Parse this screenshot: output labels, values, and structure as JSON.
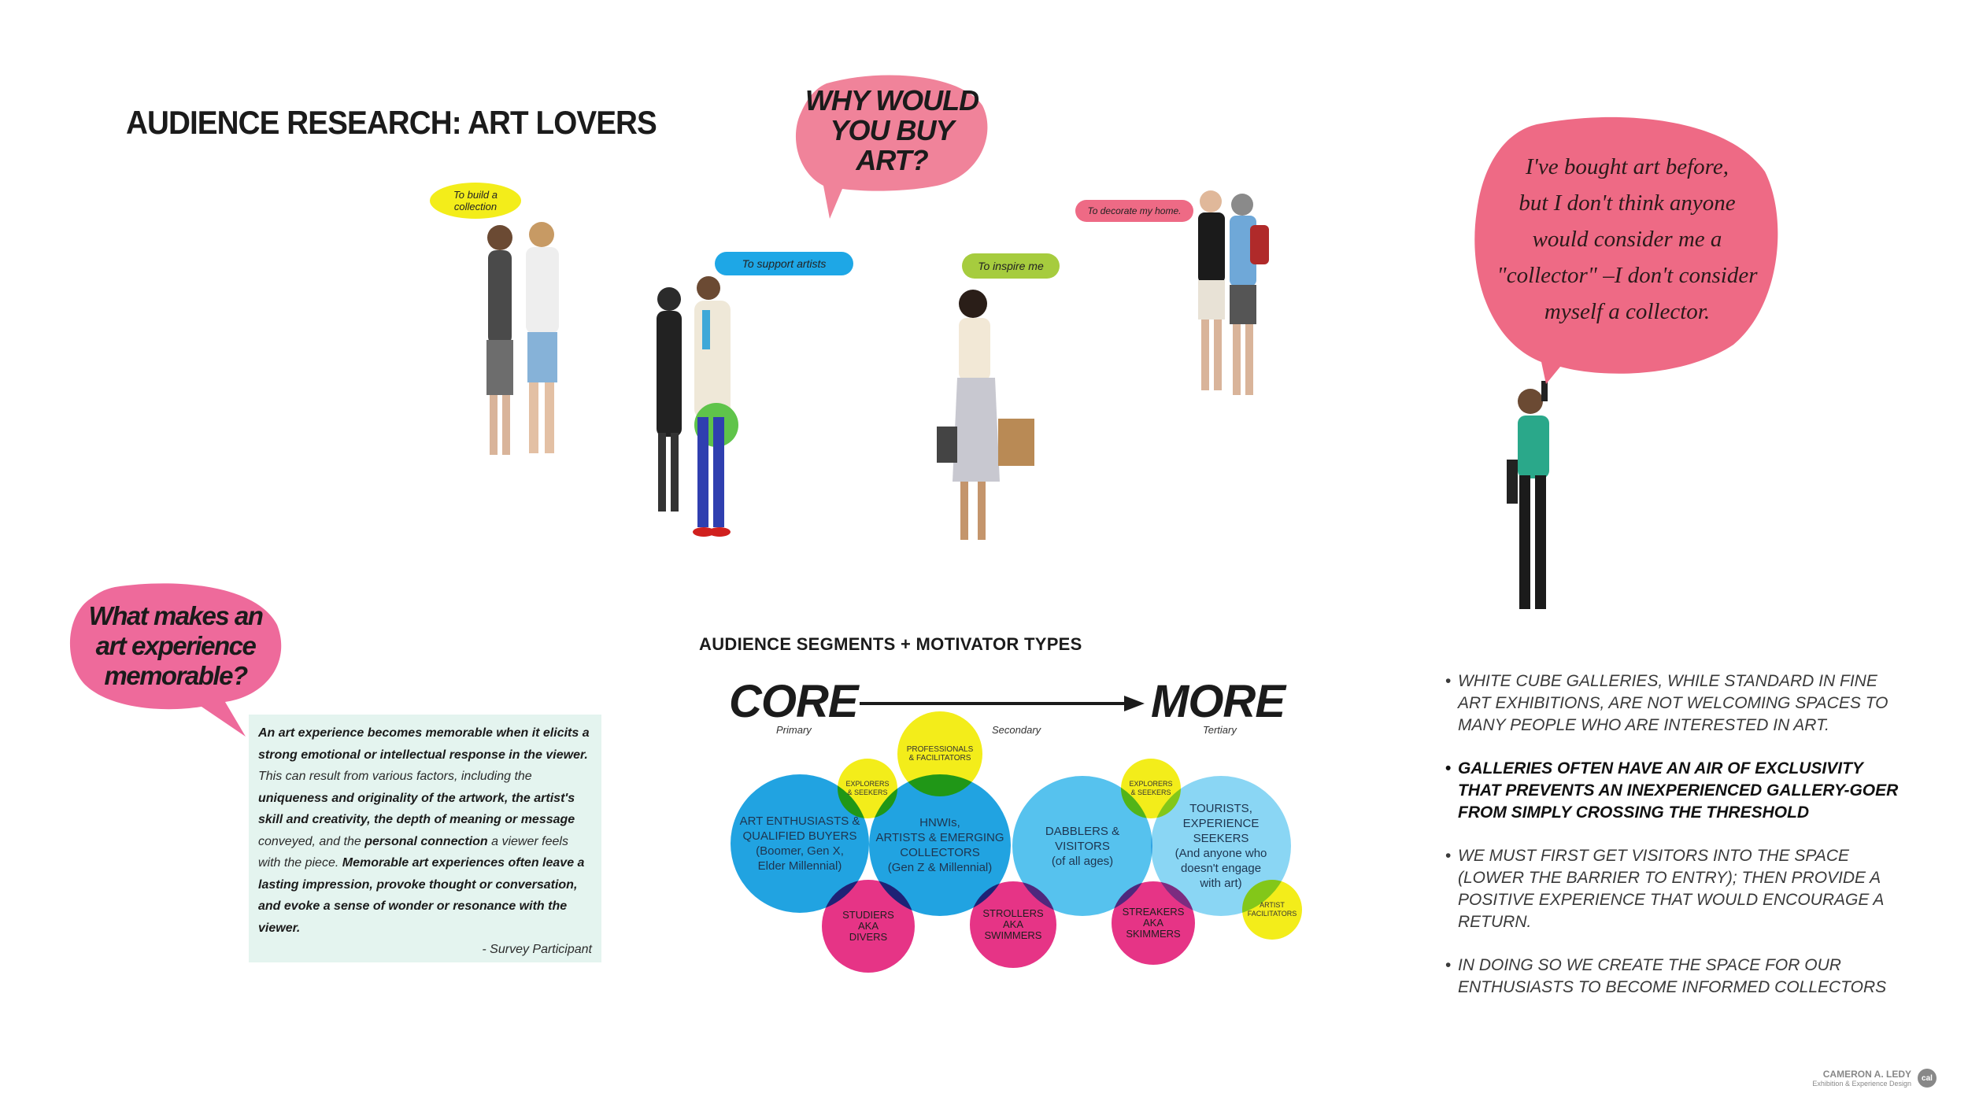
{
  "page_title": "AUDIENCE RESEARCH: ART LOVERS",
  "question_bubble": "WHY WOULD\nYOU BUY ART?",
  "motivations": {
    "collection": "To build a\ncollection",
    "support": "To support artists",
    "inspire": "To inspire me",
    "decorate": "To decorate my home."
  },
  "collector_quote": "I've bought art before,\nbut I don't think anyone\nwould consider me a\n\"collector\" –I don't consider\nmyself a collector.",
  "memorable_bubble": "What makes an\nart experience\nmemorable?",
  "survey_quote": {
    "p1": "An art experience becomes memorable when it elicits a strong emotional or intellectual response in the viewer.",
    "p2": " This can result from various factors, including the ",
    "p3": "uniqueness and originality of the artwork, the artist's skill and creativity, the depth of meaning or message",
    "p4": " conveyed, and the ",
    "p5": "personal connection",
    "p6": " a viewer feels with the piece. ",
    "p7": "Memorable art experiences often leave a lasting impression, provoke thought or conversation, and evoke a sense of wonder or resonance with the viewer.",
    "attribution": "- Survey Participant"
  },
  "segments": {
    "title": "AUDIENCE SEGMENTS + MOTIVATOR TYPES",
    "core": "CORE",
    "more": "MORE",
    "primary": "Primary",
    "secondary": "Secondary",
    "tertiary": "Tertiary",
    "enthusiasts": "ART ENTHUSIASTS &\nQUALIFIED BUYERS\n(Boomer, Gen X,\nElder Millennial)",
    "hnwis": "HNWIs,\nARTISTS & EMERGING\nCOLLECTORS\n(Gen Z & Millennial)",
    "dabblers": "DABBLERS &\nVISITORS\n(of all ages)",
    "tourists": "TOURISTS,\nEXPERIENCE\nSEEKERS\n(And anyone who\ndoesn't engage\nwith art)",
    "professionals": "PROFESSIONALS\n& FACILITATORS",
    "explorers1": "EXPLORERS\n& SEEKERS",
    "explorers2": "EXPLORERS\n& SEEKERS",
    "artist_fac": "ARTIST\nFACILITATORS",
    "studiers": "STUDIERS\nAKA\nDIVERS",
    "strollers": "STROLLERS\nAKA\nSWIMMERS",
    "streakers": "STREAKERS\nAKA\nSKIMMERS"
  },
  "bullets": [
    "White cube galleries, while standard in fine art exhibitions, are not welcoming spaces to many people who are interested in art.",
    "Galleries often have an air of exclusivity that prevents an inexperienced gallery-goer from simply crossing the threshold",
    "We must first get visitors into the space (lower the barrier to entry); then provide a positive experience that would encourage a return.",
    "In doing so we create the space for our enthusiasts to become informed collectors"
  ],
  "credit": {
    "name": "CAMERON A. LEDY",
    "role": "Exhibition & Experience Design",
    "logo": "cal"
  },
  "colors": {
    "pink_bubble": "#f0839a",
    "rose_bubble": "#ee6a85",
    "yellow": "#f3ed1a",
    "blue": "#1ea7e6",
    "green": "#a6cc3e",
    "quote_bg": "#e4f4ef"
  }
}
